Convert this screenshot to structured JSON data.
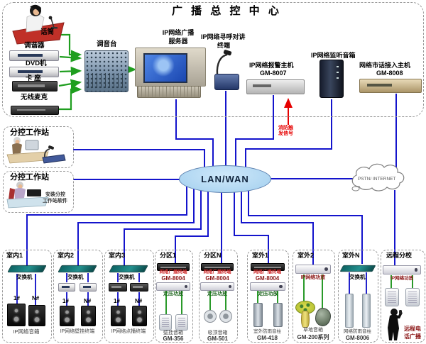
{
  "title": "广 播 总 控 中 心",
  "studio": {
    "mic": "话筒",
    "tuner": "调谐器",
    "dvd": "DVD机",
    "deck": "卡  座",
    "wireless": "无线麦克",
    "mixer": "调音台",
    "server1": "IP网络广播",
    "server2": "服务器",
    "paging1": "IP网络寻呼对讲",
    "paging2": "终端",
    "alarm1": "IP网络报警主机",
    "alarm2": "GM-8007",
    "monitor": "IP网络监听音箱",
    "phone1": "网络市话接入主机",
    "phone2": "GM-8008"
  },
  "fire": {
    "line1": "消防触",
    "line2": "发信号"
  },
  "network": {
    "lan": "LAN/WAN",
    "cloud": "PSTN/ INTERNET"
  },
  "workstations": {
    "ws1_title": "分控工作站",
    "ws2_title": "分控工作站",
    "ws2_note1": "安装分控",
    "ws2_note2": "工作站软件"
  },
  "zones": [
    {
      "title": "室内1",
      "device": "交换机",
      "tag1": "1#",
      "tag2": "N#",
      "cap1": "IP网络音箱"
    },
    {
      "title": "室内2",
      "device": "交换机",
      "tag1": "1#",
      "tag2": "N#",
      "cap1": "IP网络壁挂终端"
    },
    {
      "title": "室内3",
      "device": "交换机",
      "tag1": "1#",
      "tag2": "N#",
      "cap1": "IP网络点播终端"
    },
    {
      "title": "分区1",
      "dev1": "网络广播终端",
      "dev2": "GM-8004",
      "amp": "定压功放",
      "cap1": "壁挂音箱",
      "cap2": "GM-356"
    },
    {
      "title": "分区N",
      "dev1": "网络广播终端",
      "dev2": "GM-8004",
      "amp": "定压功放",
      "cap1": "吸顶音箱",
      "cap2": "GM-501"
    },
    {
      "title": "室外1",
      "dev1": "网络广播终端",
      "dev2": "GM-8004",
      "amp": "定压功放",
      "cap1": "室外防雨音柱",
      "cap2": "GM-418"
    },
    {
      "title": "室外2",
      "amp": "IP网络功放",
      "cap1": "草地音箱",
      "cap2": "GM-200系列"
    },
    {
      "title": "室外N",
      "device": "交换机",
      "cap1": "网络防雨音柱",
      "cap2": "GM-8006"
    },
    {
      "title": "远程分校",
      "amp": "IP网络功放",
      "cap1": "远程电",
      "cap2": "话广播"
    }
  ],
  "colors": {
    "line_blue": "#1414cc",
    "wire_green": "#2a9a2a",
    "alert_red": "#e60000",
    "lan_fill": "#a2cfee",
    "label_red": "#d03030"
  }
}
